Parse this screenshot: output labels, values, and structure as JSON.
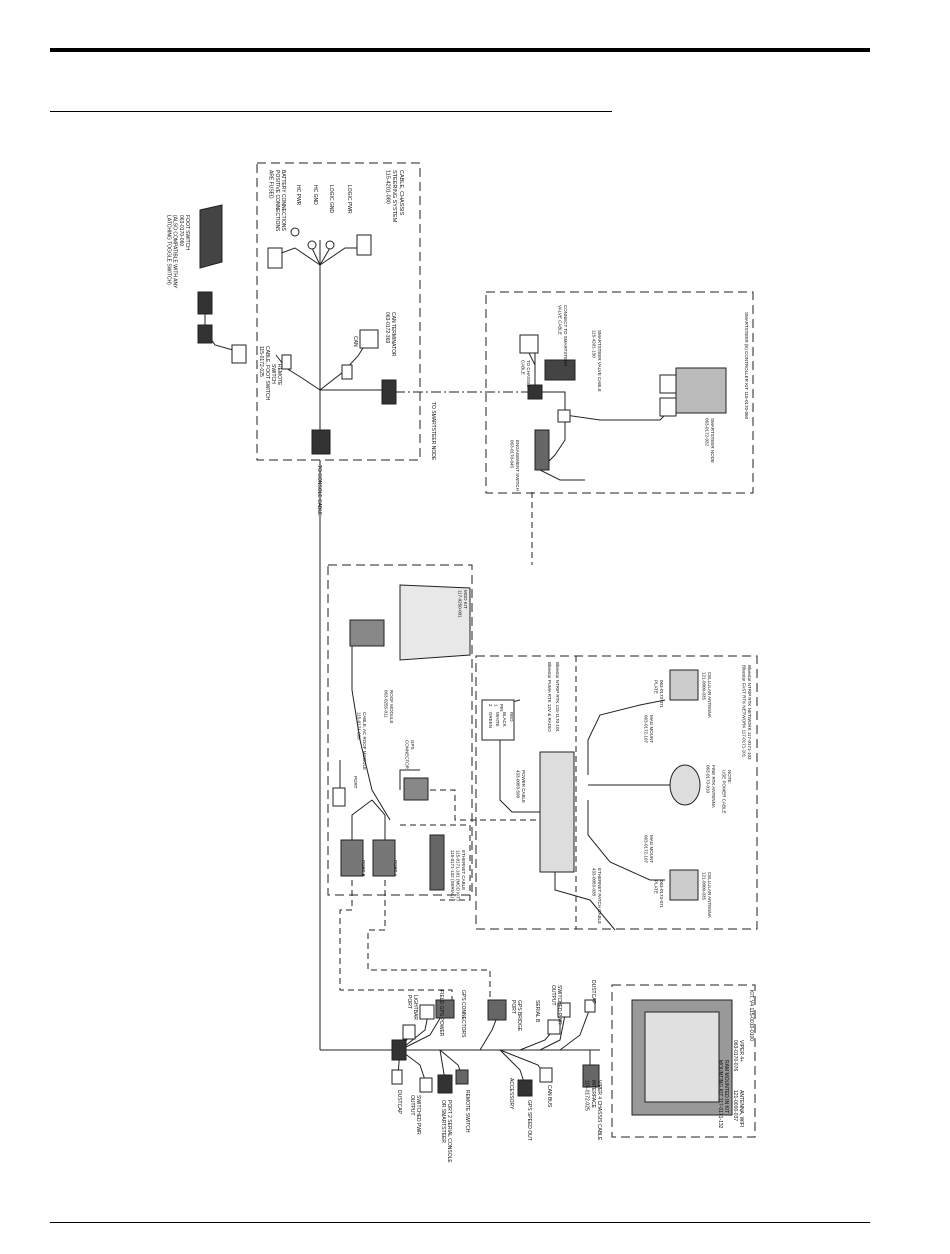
{
  "harness": {
    "title": "CABLE, CHASSIS\nSTEERING SYSTEM\n115-4201-080",
    "labels": {
      "logic_pwr": "LOGIC PWR",
      "logic_gnd": "LOGIC GND",
      "hc_gnd": "HC GND",
      "hc_pwr": "HC PWR",
      "battery_note": "BATTERY CONNECTIONS\nPOSITIVE CONNECTIONS\nARE FUSED",
      "can_term": "CAN TERMINATOR\n063-0172-369",
      "can": "CAN",
      "remote_switch": "REMOTE\nSWITCH",
      "to_smartsteer": "TO SMARTSTEER NODE",
      "to_console": "TO CONSOLE CABLE"
    }
  },
  "foot_switch": {
    "label": "FOOT SWITCH\n063-0170-060\n(ALSO COMPATIBLE WITH ANY\nLATCHING TOGGLE SWITCH)",
    "cable": "CABLE, FOOT SWITCH\n115-0172-025"
  },
  "smartsteer": {
    "title": "SMARTSTEER (E) CONTROLLER KIT 115-0170-060",
    "node": "SMARTSTEER NODE\n063-0172-032",
    "cable": "SMARTSTEER VALVE CABLE\n115-4201-130",
    "connect": "CONNECT TO SMARTSTEER\nVALVE CABLE",
    "chassis": "TO CHASSIS\nCABLE",
    "engage": "ENGAGEMENT SWITCH\n063-0170-045"
  },
  "roof": {
    "mod": "MOD KIT\n117-0250-001",
    "module": "ROOF MODULE\n063-0255-011",
    "cable": "CABLE, AC ROOF MODULE\n115-0171-066",
    "port": "PORT",
    "gps": "GPS\nCONNECTOR",
    "port_b": "PORT B",
    "port_a": "PORT A"
  },
  "ethernet": "ETHERNET CABLE\n115-0171-101 (MOD KIT)\n115-0171-132 (SERIAL)",
  "antenna_kit": {
    "title": "Bluestar NTRIP RTK NETWORK 117-0171-103\nBluestar FAST RTK NETWORK 117-0171-101",
    "note": "NOTE:\nUSE POWER CABLE",
    "fine_rtk": "FINE RTK ANTENNA\n063-0173-010",
    "cellular_a": "CELLULAR ANTENNA\n121-0000-035",
    "cellular_b": "CELLULAR ANTENNA\n121-0000-035",
    "mag_a": "MAG MOUNT\n063-0172-107",
    "mag_b": "MAG MOUNT\n063-0172-107",
    "plate_a": "063-0173-071\nPLATE",
    "plate_b": "063-0173-071\nPLATE",
    "power": "POWER CABLE\n433-0083-598",
    "ethernet_patch": "ETHERNET PATCH CABLE\n433-0083-038",
    "pin_label": "PIN\n1\n2",
    "wires": [
      "RED",
      "BLACK",
      "WHITE",
      "GREEN"
    ],
    "box_left_a": "Bluestar NTRIP RTK 115-1170-101",
    "box_left_b": "Bluestar PUMA RTK 12V & RADIO"
  },
  "viper": {
    "kit": "KIT, V4 115-0010-0100",
    "name": "VIPER 4+\n063-0170-076",
    "mount": "RAM MOUNTED IN KIT\nMOUNTING KIT 117-0171-132",
    "antenna": "ANTENNA, WIFI\n121-0000-037"
  },
  "interface": {
    "title": "VIPER 4 CHASSIS CABLE\nINTERFACE\n115-0172-025",
    "gps_connectors": "GPS CONNECTORS",
    "field_gps": "FIELD GPS POWER",
    "lightbar": "LIGHTBAR\nPORT",
    "switched_pwr": "SWITCHED PWR\nOUTPUT",
    "dustcap1": "DUSTCAP",
    "remote": "REMOTE SWITCH",
    "port_2": "PORT 2 SERIAL CONSOLE\nOR SMARTSTEER",
    "gps_speed": "GPS SPEED OUT",
    "can_bus": "CAN BUS",
    "gps_bridge": "GPS BRIDGE\nPORT",
    "serial_b": "SERIAL B",
    "switched_pwr2": "SWITCHED PWR\nOUTPUT",
    "dustcap2": "DUSTCAP",
    "accessory": "ACCESSORY"
  }
}
